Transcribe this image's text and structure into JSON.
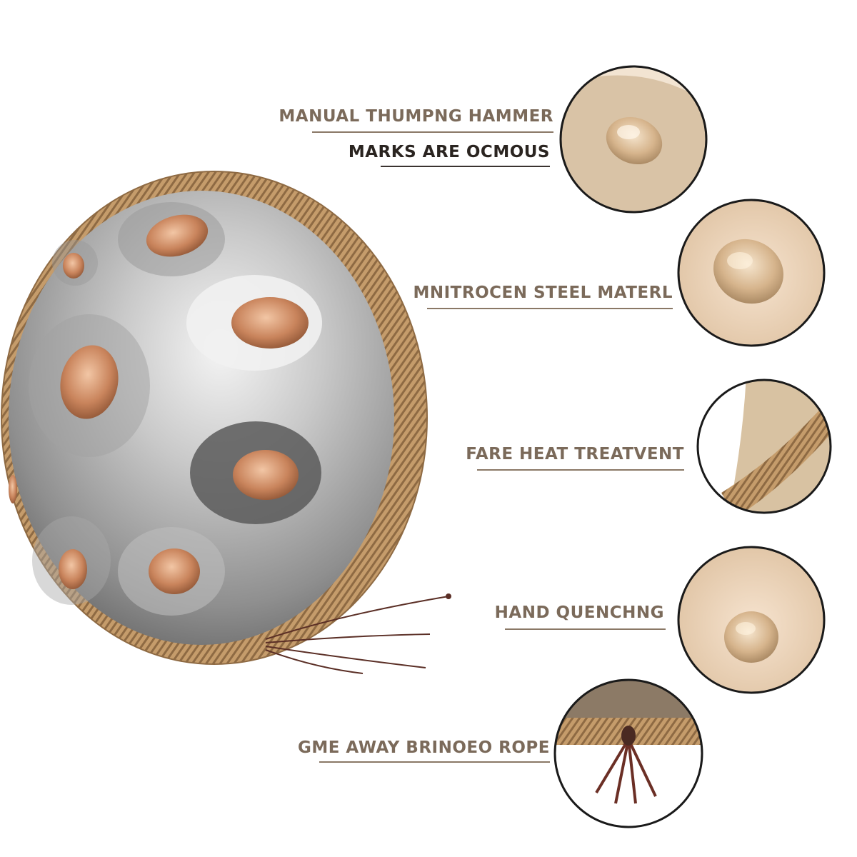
{
  "features": [
    {
      "label": "MANUAL THUMPNG HAMMER",
      "icon": "hammered-dimple-closeup"
    },
    {
      "label": "MARKS ARE OCMOUS",
      "icon": "hammered-dimple-closeup"
    },
    {
      "label": "MNITROCEN STEEL MATERL",
      "icon": "steel-material-closeup"
    },
    {
      "label": "FARE HEAT TREATVENT",
      "icon": "heat-treated-rim-closeup"
    },
    {
      "label": "HAND QUENCHNG",
      "icon": "quenched-dimple-closeup"
    },
    {
      "label": "GME AWAY BRINOEO ROPE",
      "icon": "braided-rope-closeup"
    }
  ],
  "colors": {
    "label_primary": "#7b6a5a",
    "label_dark": "#2a2420",
    "steel": "#b9b9b9",
    "copper": "#c8855e",
    "rope": "#b58a5c"
  }
}
